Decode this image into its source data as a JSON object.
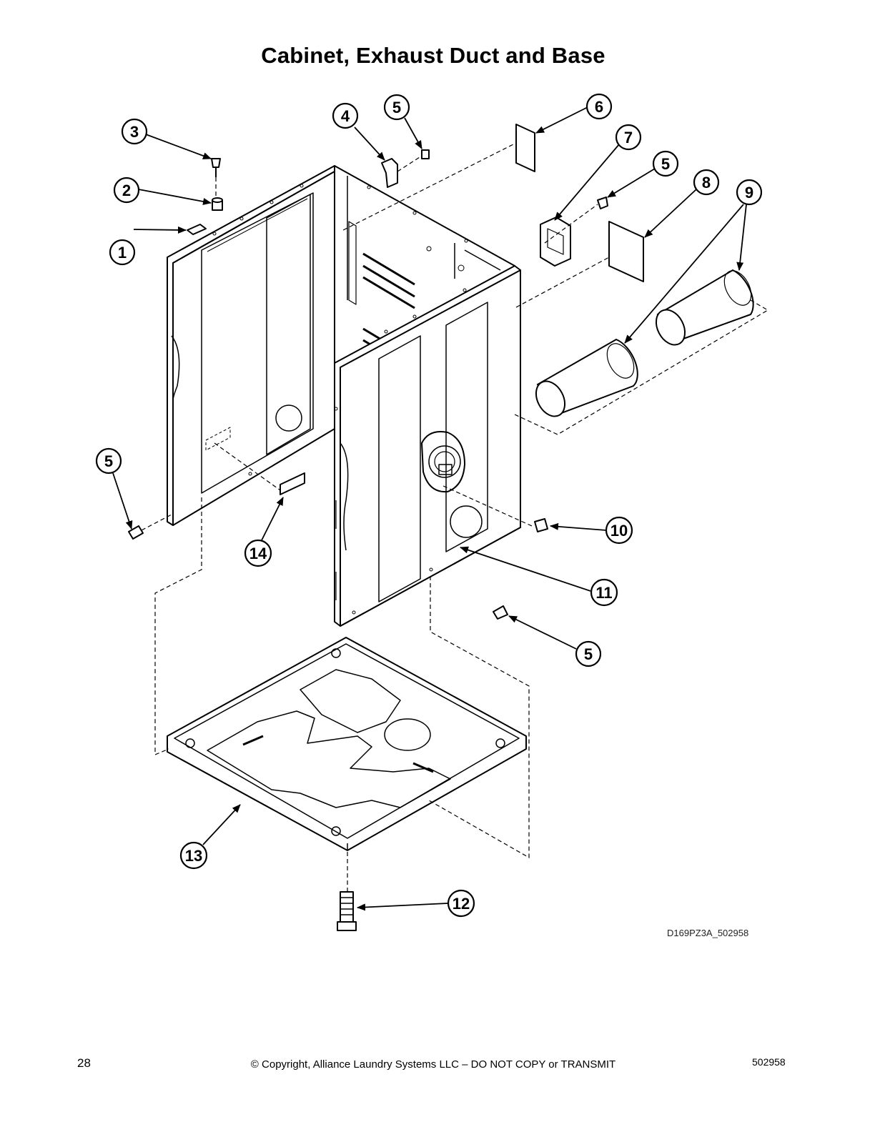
{
  "title": "Cabinet, Exhaust Duct and Base",
  "drawing_code": "D169PZ3A_502958",
  "footer": {
    "page_number": "28",
    "copyright": "© Copyright, Alliance Laundry Systems LLC – DO NOT COPY or TRANSMIT",
    "document_number": "502958"
  },
  "callouts": {
    "c1": "1",
    "c2": "2",
    "c3": "3",
    "c4": "4",
    "c5a": "5",
    "c5b": "5",
    "c5c": "5",
    "c5d": "5",
    "c6": "6",
    "c7": "7",
    "c8": "8",
    "c9": "9",
    "c10": "10",
    "c11": "11",
    "c12": "12",
    "c13": "13",
    "c14": "14"
  }
}
